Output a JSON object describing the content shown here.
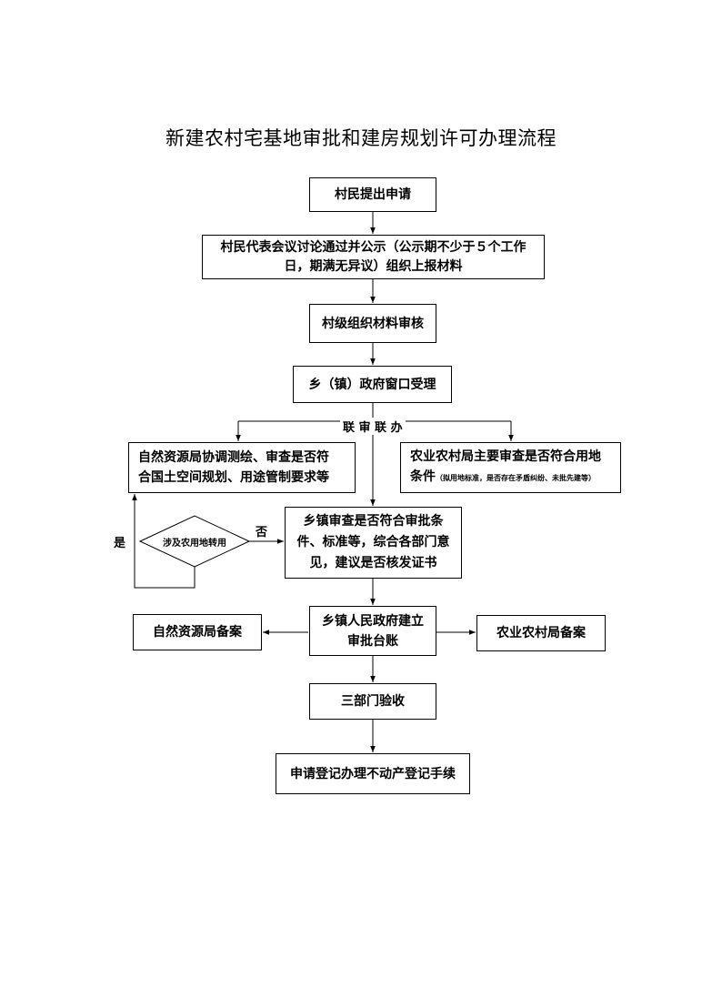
{
  "title": "新建农村宅基地审批和建房规划许可办理流程",
  "steps": {
    "apply": "村民提出申请",
    "meeting_line1": "村民代表会议讨论通过并公示（公示期不少于５个工作",
    "meeting_line2": "日，期满无异议）组织上报材料",
    "village_review": "村级组织材料审核",
    "window": "乡（镇）政府窗口受理",
    "joint_label": "联 审 联 办",
    "nr_line1": "自然资源局协调测绘、审查是否符",
    "nr_line2": "合国土空间规划、用途管制要求等",
    "agri_line1": "农业农村局主要审查是否符合用地",
    "agri_line2_main": "条件",
    "agri_line2_note": "（拟用地标准，是否存在矛盾纠纷、未批先建等）",
    "town_line1": "乡镇审查是否符合审批条",
    "town_line2": "件、标准等，综合各部门意",
    "town_line3": "见，建议是否核发证书",
    "decision": "涉及农用地转用",
    "yes": "是",
    "no": "否",
    "ledger_line1": "乡镇人民政府建立",
    "ledger_line2": "审批台账",
    "nr_record": "自然资源局备案",
    "agri_record": "农业农村局备案",
    "acceptance": "三部门验收",
    "register": "申请登记办理不动产登记手续"
  }
}
